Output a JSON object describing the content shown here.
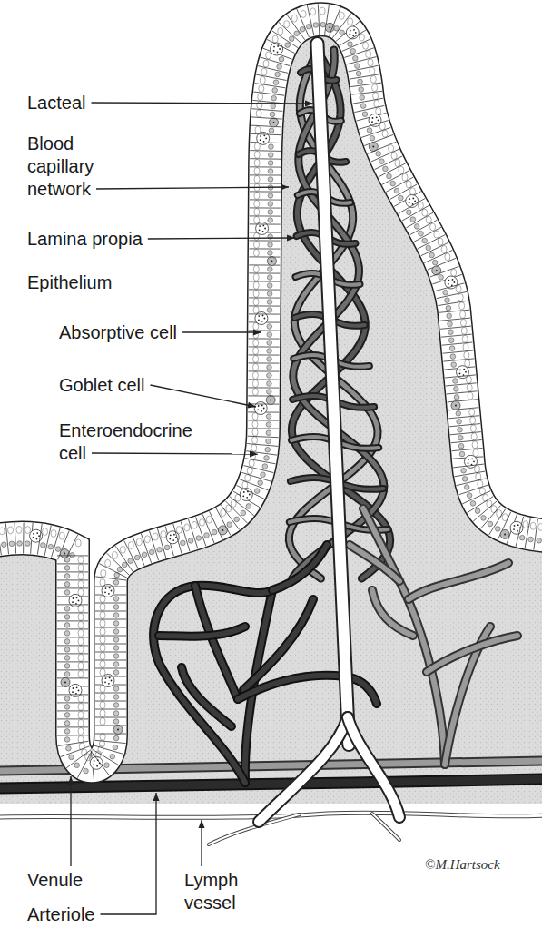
{
  "diagram": {
    "labels": [
      "Lacteal",
      "Blood capillary network",
      "Lamina propia",
      "Epithelium",
      "Absorptive cell",
      "Goblet cell",
      "Enteroendocrine cell",
      "Venule",
      "Arteriole",
      "Lymph vessel",
      "©M.Hartsock"
    ]
  }
}
